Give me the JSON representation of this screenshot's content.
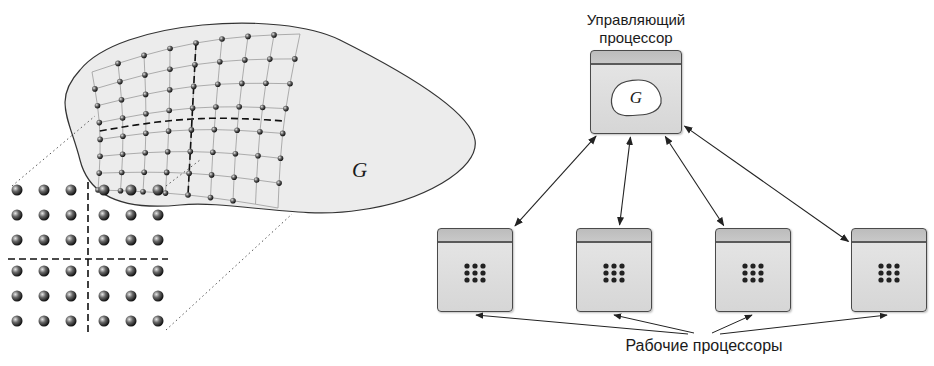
{
  "diagram": {
    "nodes": [
      {
        "text": [
          "Управляющий процессор"
        ]
      },
      {
        "text": [
          "G"
        ],
        "in": 0
      },
      {
        "text": []
      },
      {
        "text": []
      },
      {
        "text": []
      },
      {
        "text": []
      }
    ],
    "edges": [
      {
        "from": 0,
        "to": 2,
        "arrow": "both"
      },
      {
        "from": 0,
        "to": 3,
        "arrow": "both"
      },
      {
        "from": 0,
        "to": 4,
        "arrow": "both"
      },
      {
        "from": 0,
        "to": 5,
        "arrow": "both"
      }
    ],
    "labels": [
      "G",
      "Рабочие процессоры"
    ]
  }
}
